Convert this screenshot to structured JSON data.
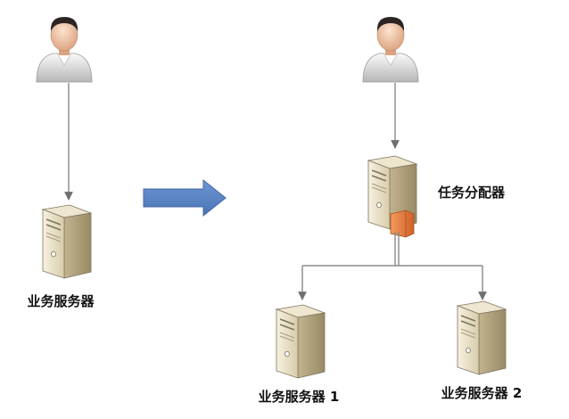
{
  "before": {
    "user": "user-icon",
    "server": "server-icon",
    "server_label": "业务服务器"
  },
  "transition": "right-arrow",
  "after": {
    "user": "user-icon",
    "dispatcher": "server-icon",
    "dispatcher_label": "任务分配器",
    "servers": [
      {
        "icon": "server-icon",
        "label": "业务服务器 1"
      },
      {
        "icon": "server-icon",
        "label": "业务服务器 2"
      }
    ]
  },
  "colors": {
    "connector": "#8a8a8a",
    "arrow_fill": "#5b86c5",
    "server_body": "#e6dcc2",
    "server_outline": "#7d7560",
    "dispatcher_accent": "#e4773a"
  }
}
